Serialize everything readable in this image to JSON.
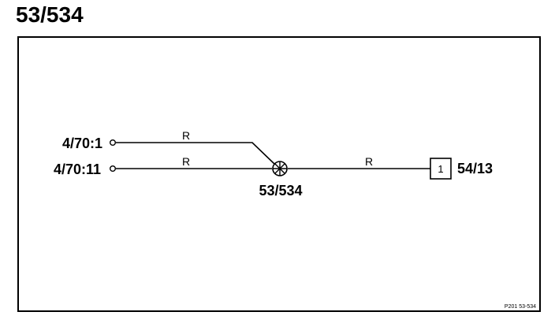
{
  "title": "53/534",
  "connectors": {
    "top": {
      "label": "4/70:1"
    },
    "bottom": {
      "label": "4/70:11"
    }
  },
  "splice": {
    "label": "53/534"
  },
  "wires": {
    "top": {
      "color_code": "R"
    },
    "bottom": {
      "color_code": "R"
    },
    "output": {
      "color_code": "R"
    }
  },
  "target": {
    "pin": "1",
    "label": "54/13"
  },
  "reference": "P201 53-534"
}
